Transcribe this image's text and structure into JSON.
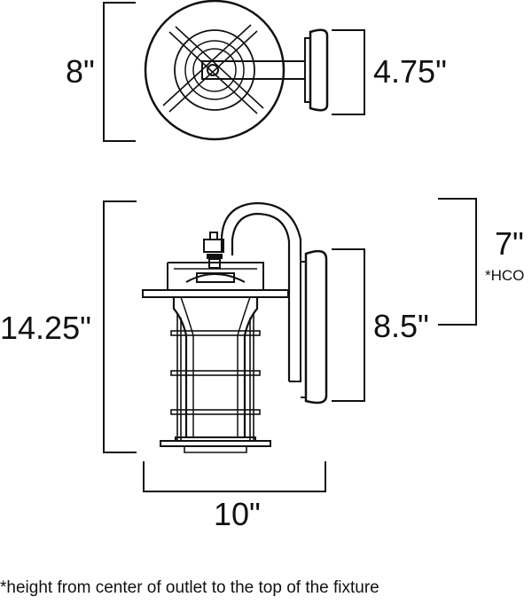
{
  "dimensions": {
    "top_height": "8\"",
    "backplate_top": "4.75\"",
    "overall_height": "14.25\"",
    "backplate_side": "8.5\"",
    "hco": "7\"",
    "hco_note": "*HCO",
    "width": "10\""
  },
  "footnote": "*height from center of outlet to the top of the fixture",
  "colors": {
    "line": "#111111",
    "background": "#ffffff"
  }
}
